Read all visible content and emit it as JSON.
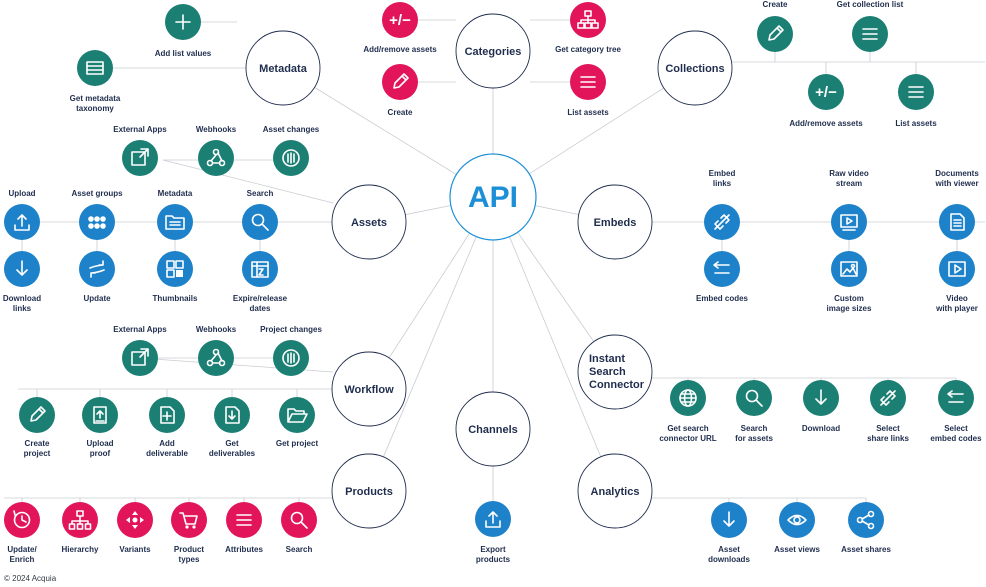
{
  "colors": {
    "blue": "#1d82c9",
    "teal": "#1b7f74",
    "pink": "#e2155b",
    "hubStroke": "#1f2d4d",
    "apiStroke": "#1d8fd6",
    "line": "#c9ccd2"
  },
  "api": {
    "label": "API"
  },
  "copyright": "© 2024 Acquia",
  "hubs": {
    "metadata": "Metadata",
    "categories": "Categories",
    "collections": "Collections",
    "assets": "Assets",
    "embeds": "Embeds",
    "workflow": "Workflow",
    "instant": [
      "Instant",
      "Search",
      "Connector"
    ],
    "channels": "Channels",
    "products": "Products",
    "analytics": "Analytics"
  },
  "nodes": {
    "add_list_values": {
      "label": [
        "Add list values"
      ],
      "icon": "plus-icon"
    },
    "get_metadata_taxonomy": {
      "label": [
        "Get metadata",
        "taxonomy"
      ],
      "icon": "taxonomy-icon"
    },
    "cat_add_remove": {
      "label": [
        "Add/remove assets"
      ],
      "icon": "plus-minus-icon",
      "glyph": "+/−"
    },
    "cat_create": {
      "label": [
        "Create"
      ],
      "icon": "pencil-icon"
    },
    "cat_tree": {
      "label": [
        "Get category tree"
      ],
      "icon": "tree-icon"
    },
    "cat_list": {
      "label": [
        "List assets"
      ],
      "icon": "list-icon"
    },
    "col_create": {
      "label": [
        "Create"
      ],
      "icon": "pencil-icon"
    },
    "col_get_list": {
      "label": [
        "Get collection list"
      ],
      "icon": "list-icon"
    },
    "col_add_remove": {
      "label": [
        "Add/remove assets"
      ],
      "icon": "plus-minus-icon",
      "glyph": "+/−"
    },
    "col_list_assets": {
      "label": [
        "List assets"
      ],
      "icon": "list-icon"
    },
    "as_external": {
      "label": [
        "External Apps"
      ],
      "icon": "external-link-icon"
    },
    "as_webhooks": {
      "label": [
        "Webhooks"
      ],
      "icon": "webhook-icon"
    },
    "as_changes": {
      "label": [
        "Asset changes"
      ],
      "icon": "changes-icon"
    },
    "as_upload": {
      "label": [
        "Upload"
      ],
      "icon": "upload-icon"
    },
    "as_groups": {
      "label": [
        "Asset groups"
      ],
      "icon": "groups-icon"
    },
    "as_metadata": {
      "label": [
        "Metadata"
      ],
      "icon": "folder-icon"
    },
    "as_search": {
      "label": [
        "Search"
      ],
      "icon": "search-icon"
    },
    "as_download": {
      "label": [
        "Download",
        "links"
      ],
      "icon": "download-icon"
    },
    "as_update": {
      "label": [
        "Update"
      ],
      "icon": "refresh-icon"
    },
    "as_thumbnails": {
      "label": [
        "Thumbnails"
      ],
      "icon": "thumbnails-icon"
    },
    "as_expire": {
      "label": [
        "Expire/release",
        "dates"
      ],
      "icon": "calendar-icon"
    },
    "em_links": {
      "label": [
        "Embed",
        "links"
      ],
      "icon": "link-icon"
    },
    "em_codes": {
      "label": [
        "Embed codes"
      ],
      "icon": "code-icon"
    },
    "em_video_stream": {
      "label": [
        "Raw video",
        "stream"
      ],
      "icon": "video-icon"
    },
    "em_custom_sizes": {
      "label": [
        "Custom",
        "image sizes"
      ],
      "icon": "image-icon"
    },
    "em_docs_viewer": {
      "label": [
        "Documents",
        "with viewer"
      ],
      "icon": "document-icon"
    },
    "em_video_player": {
      "label": [
        "Video",
        "with player"
      ],
      "icon": "play-icon"
    },
    "wf_external": {
      "label": [
        "External Apps"
      ],
      "icon": "external-link-icon"
    },
    "wf_webhooks": {
      "label": [
        "Webhooks"
      ],
      "icon": "webhook-icon"
    },
    "wf_changes": {
      "label": [
        "Project changes"
      ],
      "icon": "changes-icon"
    },
    "wf_create": {
      "label": [
        "Create",
        "project"
      ],
      "icon": "pencil-icon"
    },
    "wf_upload_proof": {
      "label": [
        "Upload",
        "proof"
      ],
      "icon": "upload-proof-icon"
    },
    "wf_add_deliverable": {
      "label": [
        "Add",
        "deliverable"
      ],
      "icon": "add-file-icon"
    },
    "wf_get_deliverables": {
      "label": [
        "Get",
        "deliverables"
      ],
      "icon": "download-file-icon"
    },
    "wf_get_project": {
      "label": [
        "Get project"
      ],
      "icon": "open-folder-icon"
    },
    "isc_url": {
      "label": [
        "Get search",
        "connector URL"
      ],
      "icon": "globe-icon"
    },
    "isc_search": {
      "label": [
        "Search",
        "for assets"
      ],
      "icon": "search-icon"
    },
    "isc_download": {
      "label": [
        "Download"
      ],
      "icon": "download-icon"
    },
    "isc_share": {
      "label": [
        "Select",
        "share links"
      ],
      "icon": "link-icon"
    },
    "isc_embed": {
      "label": [
        "Select",
        "embed codes"
      ],
      "icon": "code-icon"
    },
    "ch_export": {
      "label": [
        "Export",
        "products"
      ],
      "icon": "export-icon"
    },
    "pr_update": {
      "label": [
        "Update/",
        "Enrich"
      ],
      "icon": "update-clock-icon"
    },
    "pr_hierarchy": {
      "label": [
        "Hierarchy"
      ],
      "icon": "hierarchy-icon"
    },
    "pr_variants": {
      "label": [
        "Variants"
      ],
      "icon": "variants-icon"
    },
    "pr_types": {
      "label": [
        "Product",
        "types"
      ],
      "icon": "cart-icon"
    },
    "pr_attributes": {
      "label": [
        "Attributes"
      ],
      "icon": "list-icon"
    },
    "pr_search": {
      "label": [
        "Search"
      ],
      "icon": "search-icon"
    },
    "an_downloads": {
      "label": [
        "Asset",
        "downloads"
      ],
      "icon": "download-icon"
    },
    "an_views": {
      "label": [
        "Asset views"
      ],
      "icon": "eye-icon"
    },
    "an_shares": {
      "label": [
        "Asset shares"
      ],
      "icon": "share-icon"
    }
  }
}
